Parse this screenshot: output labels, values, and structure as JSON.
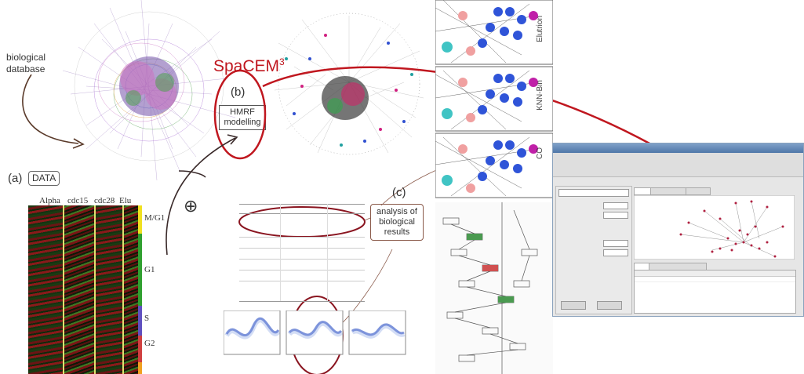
{
  "labels": {
    "biological_database": "biological database",
    "a_marker": "(a)",
    "data": "DATA",
    "b_marker": "(b)",
    "hmrf_modelling": "HMRF modelling",
    "spacem_title": "SpaCEM",
    "spacem_superscript": "3",
    "c_marker": "(c)",
    "analysis_results": "analysis of biological results",
    "oplus_symbol": "⊕"
  },
  "heatmap": {
    "columns": [
      "Alpha",
      "cdc15",
      "cdc28",
      "Elu"
    ],
    "phases": [
      "M/G1",
      "G1",
      "S",
      "G2"
    ]
  },
  "panels": [
    "Elutrion",
    "KNN-Bin",
    "CO"
  ],
  "colors": {
    "accent_red": "#c0171f",
    "node_blue": "#2f54d8",
    "node_magenta": "#c020a8",
    "node_cyan": "#40c4c4",
    "node_pink": "#f0a0a0",
    "phase_yellow": "#f0e020",
    "phase_green": "#30a030",
    "phase_purple": "#6050c0",
    "phase_red": "#d04040",
    "phase_orange": "#f0a020"
  }
}
